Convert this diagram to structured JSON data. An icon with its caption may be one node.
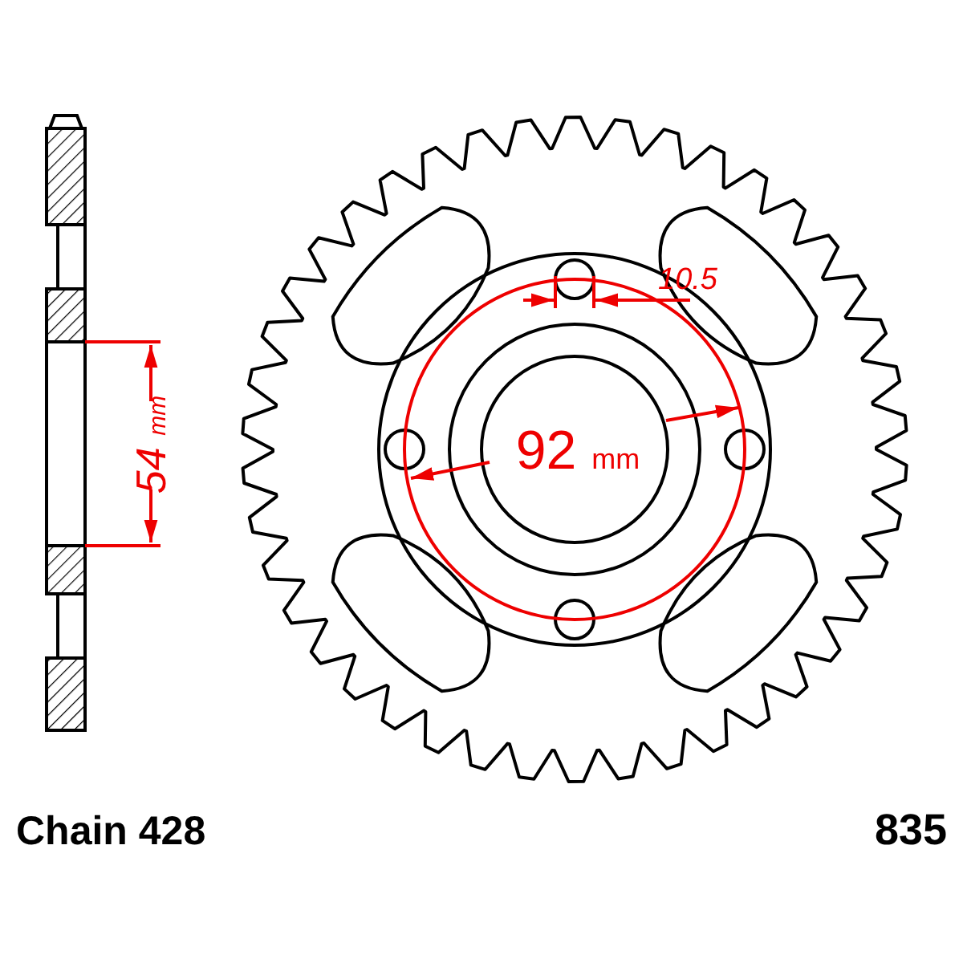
{
  "diagram": {
    "labels": [
      "54 mm",
      "10.5",
      "92 mm",
      "Chain 428",
      "835"
    ]
  }
}
